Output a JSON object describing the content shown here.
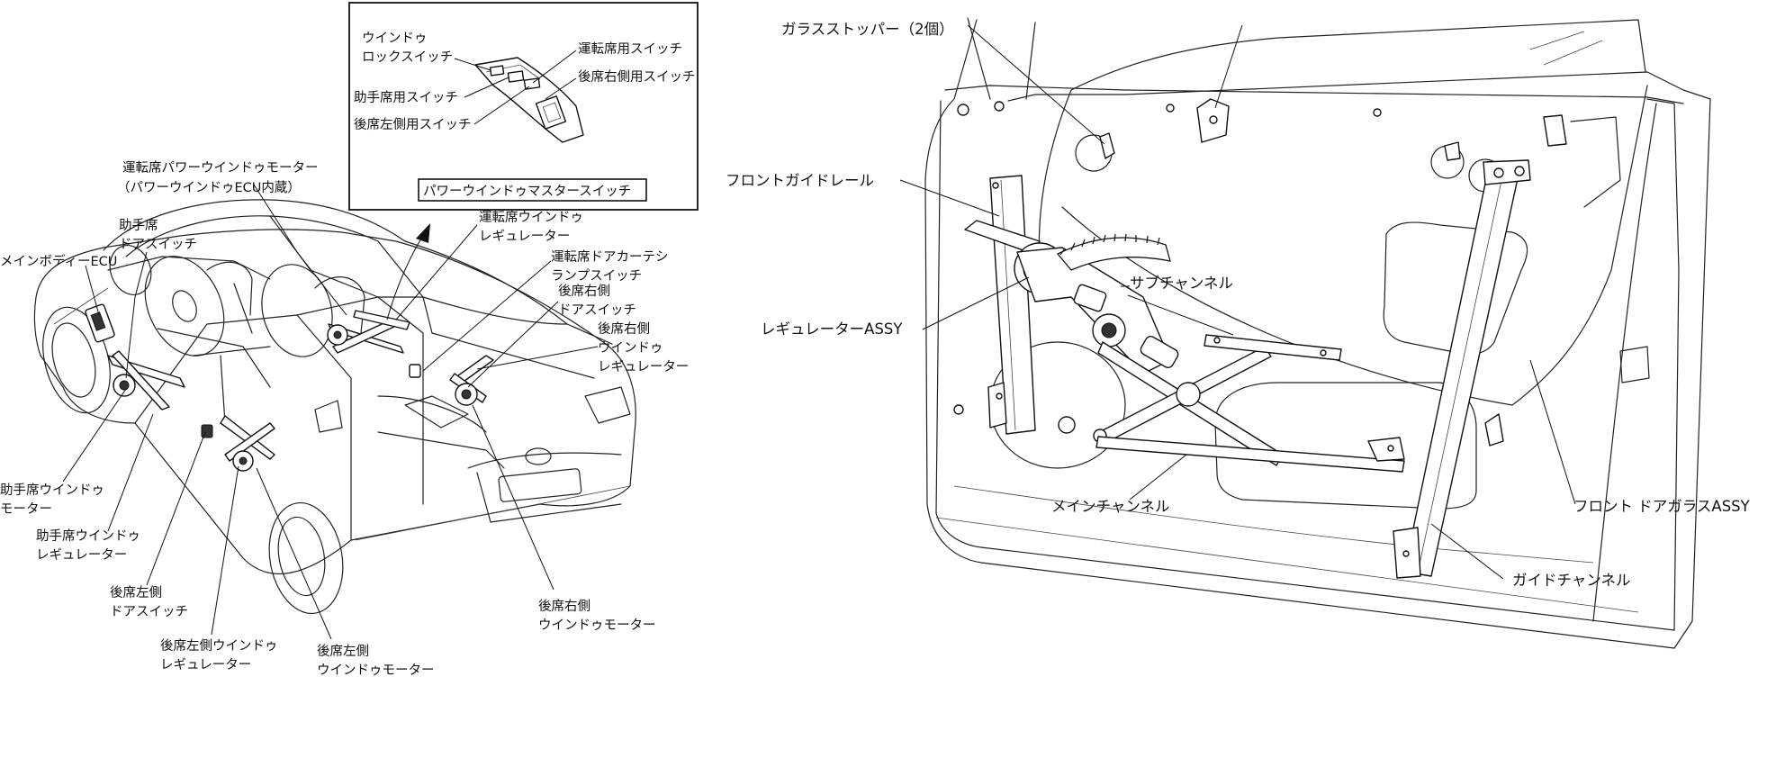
{
  "left_diagram": {
    "inset": {
      "title": "パワーウインドゥマスタースイッチ",
      "labels": {
        "window_lock_1": "ウインドゥ",
        "window_lock_2": "ロックスイッチ",
        "passenger_switch": "助手席用スイッチ",
        "rear_left_switch": "後席左側用スイッチ",
        "driver_switch": "運転席用スイッチ",
        "rear_right_switch": "後席右側用スイッチ"
      }
    },
    "labels": {
      "driver_motor_1": "運転席パワーウインドゥモーター",
      "driver_motor_2": "（パワーウインドゥECU内蔵）",
      "passenger_door_switch_1": "助手席",
      "passenger_door_switch_2": "ドアスイッチ",
      "main_body_ecu": "メインボディーECU",
      "driver_regulator_1": "運転席ウインドゥ",
      "driver_regulator_2": "レギュレーター",
      "courtesy_switch_1": "運転席ドアカーテシ",
      "courtesy_switch_2": "ランプスイッチ",
      "rear_right_door_switch_1": "後席右側",
      "rear_right_door_switch_2": "ドアスイッチ",
      "rear_right_regulator_1": "後席右側",
      "rear_right_regulator_2": "ウインドゥ",
      "rear_right_regulator_3": "レギュレーター",
      "passenger_motor_1": "助手席ウインドゥ",
      "passenger_motor_2": "モーター",
      "passenger_regulator_1": "助手席ウインドゥ",
      "passenger_regulator_2": "レギュレーター",
      "rear_left_door_switch_1": "後席左側",
      "rear_left_door_switch_2": "ドアスイッチ",
      "rear_left_regulator_1": "後席左側ウインドゥ",
      "rear_left_regulator_2": "レギュレーター",
      "rear_left_motor_1": "後席左側",
      "rear_left_motor_2": "ウインドゥモーター",
      "rear_right_motor_1": "後席右側",
      "rear_right_motor_2": "ウインドゥモーター"
    }
  },
  "right_diagram": {
    "labels": {
      "glass_stopper": "ガラスストッパー（2個）",
      "front_guide_rail": "フロントガイドレール",
      "regulator_assy": "レギュレーターASSY",
      "sub_channel": "サブチャンネル",
      "main_channel": "メインチャンネル",
      "front_door_glass": "フロント ドアガラスASSY",
      "guide_channel": "ガイドチャンネル"
    }
  }
}
